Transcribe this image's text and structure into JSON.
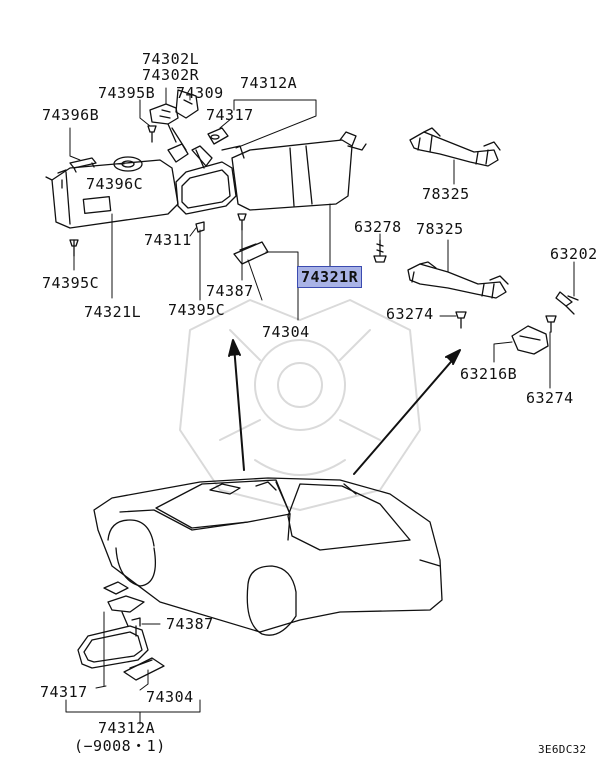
{
  "labels": {
    "p74302L": "74302L",
    "p74302R": "74302R",
    "p74395B": "74395B",
    "p74309": "74309",
    "p74312A_top": "74312A",
    "p74396B": "74396B",
    "p74317_top": "74317",
    "p74396C": "74396C",
    "p74311": "74311",
    "p74395C_left": "74395C",
    "p74321L": "74321L",
    "p74387_top": "74387",
    "p74395C_mid": "74395C",
    "p74304_top": "74304",
    "p74321R": "74321R",
    "p78325_top": "78325",
    "p63278": "63278",
    "p78325_mid": "78325",
    "p63274_mid": "63274",
    "p63202": "63202",
    "p63216B": "63216B",
    "p63274_right": "63274",
    "p74387_bottom": "74387",
    "p74317_bottom": "74317",
    "p74304_bottom": "74304",
    "p74312A_bottom": "74312A",
    "date_range": "(−9008・1)",
    "diagram_code": "3E6DC32"
  },
  "colors": {
    "line": "#111111",
    "highlight_fill": "#a9b3e6",
    "highlight_border": "#3b4bb0",
    "watermark": "#d9d9d9"
  }
}
